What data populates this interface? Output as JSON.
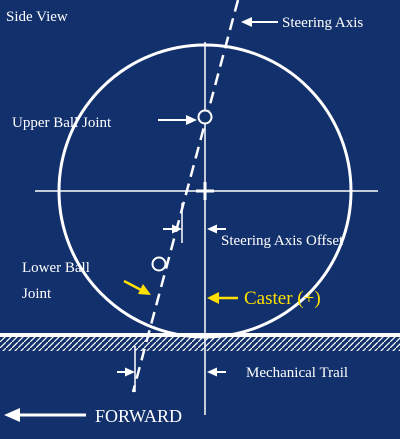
{
  "diagram": {
    "view_label": "Side View",
    "labels": {
      "steering_axis": "Steering Axis",
      "upper_ball_joint": "Upper Ball Joint",
      "steering_axis_offset": "Steering Axis Offset",
      "lower_ball_joint_line1": "Lower Ball",
      "lower_ball_joint_line2": "Joint",
      "caster": "Caster (+)",
      "mechanical_trail": "Mechanical Trail",
      "forward": "FORWARD"
    },
    "colors": {
      "background": "#12306b",
      "lines": "#ffffff",
      "caster_accent": "#ffe000"
    }
  }
}
